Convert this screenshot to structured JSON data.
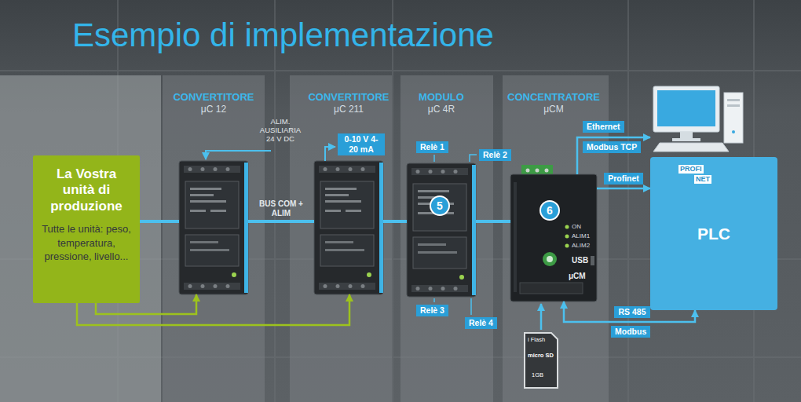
{
  "diagram": {
    "title": "Esempio di implementazione",
    "nodes": [
      {
        "text": [
          "La Vostra unità di produzione",
          "Tutte le unità: peso, temperatura, pressione, livello..."
        ]
      },
      {
        "text": [
          "CONVERTITORE",
          "μC 12"
        ]
      },
      {
        "text": [
          "CONVERTITORE",
          "μC 211"
        ]
      },
      {
        "text": [
          "MODULO",
          "μC 4R"
        ]
      },
      {
        "text": [
          "CONCENTRATORE",
          "μCM"
        ]
      },
      {
        "text": [
          "PLC"
        ]
      }
    ],
    "edges": [
      {
        "from": 0,
        "to": 1,
        "arrow": "none"
      },
      {
        "from": 1,
        "to": 2,
        "arrow": "none",
        "label": "BUS COM + ALIM"
      },
      {
        "from": 2,
        "to": 3,
        "arrow": "none"
      },
      {
        "from": 3,
        "to": 4,
        "arrow": "none"
      },
      {
        "from": 0,
        "to": 1,
        "arrow": "to"
      },
      {
        "from": 0,
        "to": 2,
        "arrow": "to"
      },
      {
        "from": 4,
        "to": 5,
        "arrow": "to",
        "label": "Profinet"
      },
      {
        "from": 4,
        "to": 5,
        "arrow": "both",
        "label": "RS 485"
      }
    ],
    "labels": [
      "ALIM. AUSILIARIA 24 V DC",
      "0-10 V 4-20 mA",
      "Relè 1",
      "Relè 2",
      "5",
      "Relè 3",
      "Relè 4",
      "6",
      "ON",
      "ALIM1",
      "ALIM2",
      "USB",
      "μCM",
      "Ethernet",
      "Modbus TCP",
      "PROFI",
      "NET",
      "Modbus",
      "i Flash",
      "micro SD",
      "1GB"
    ]
  }
}
